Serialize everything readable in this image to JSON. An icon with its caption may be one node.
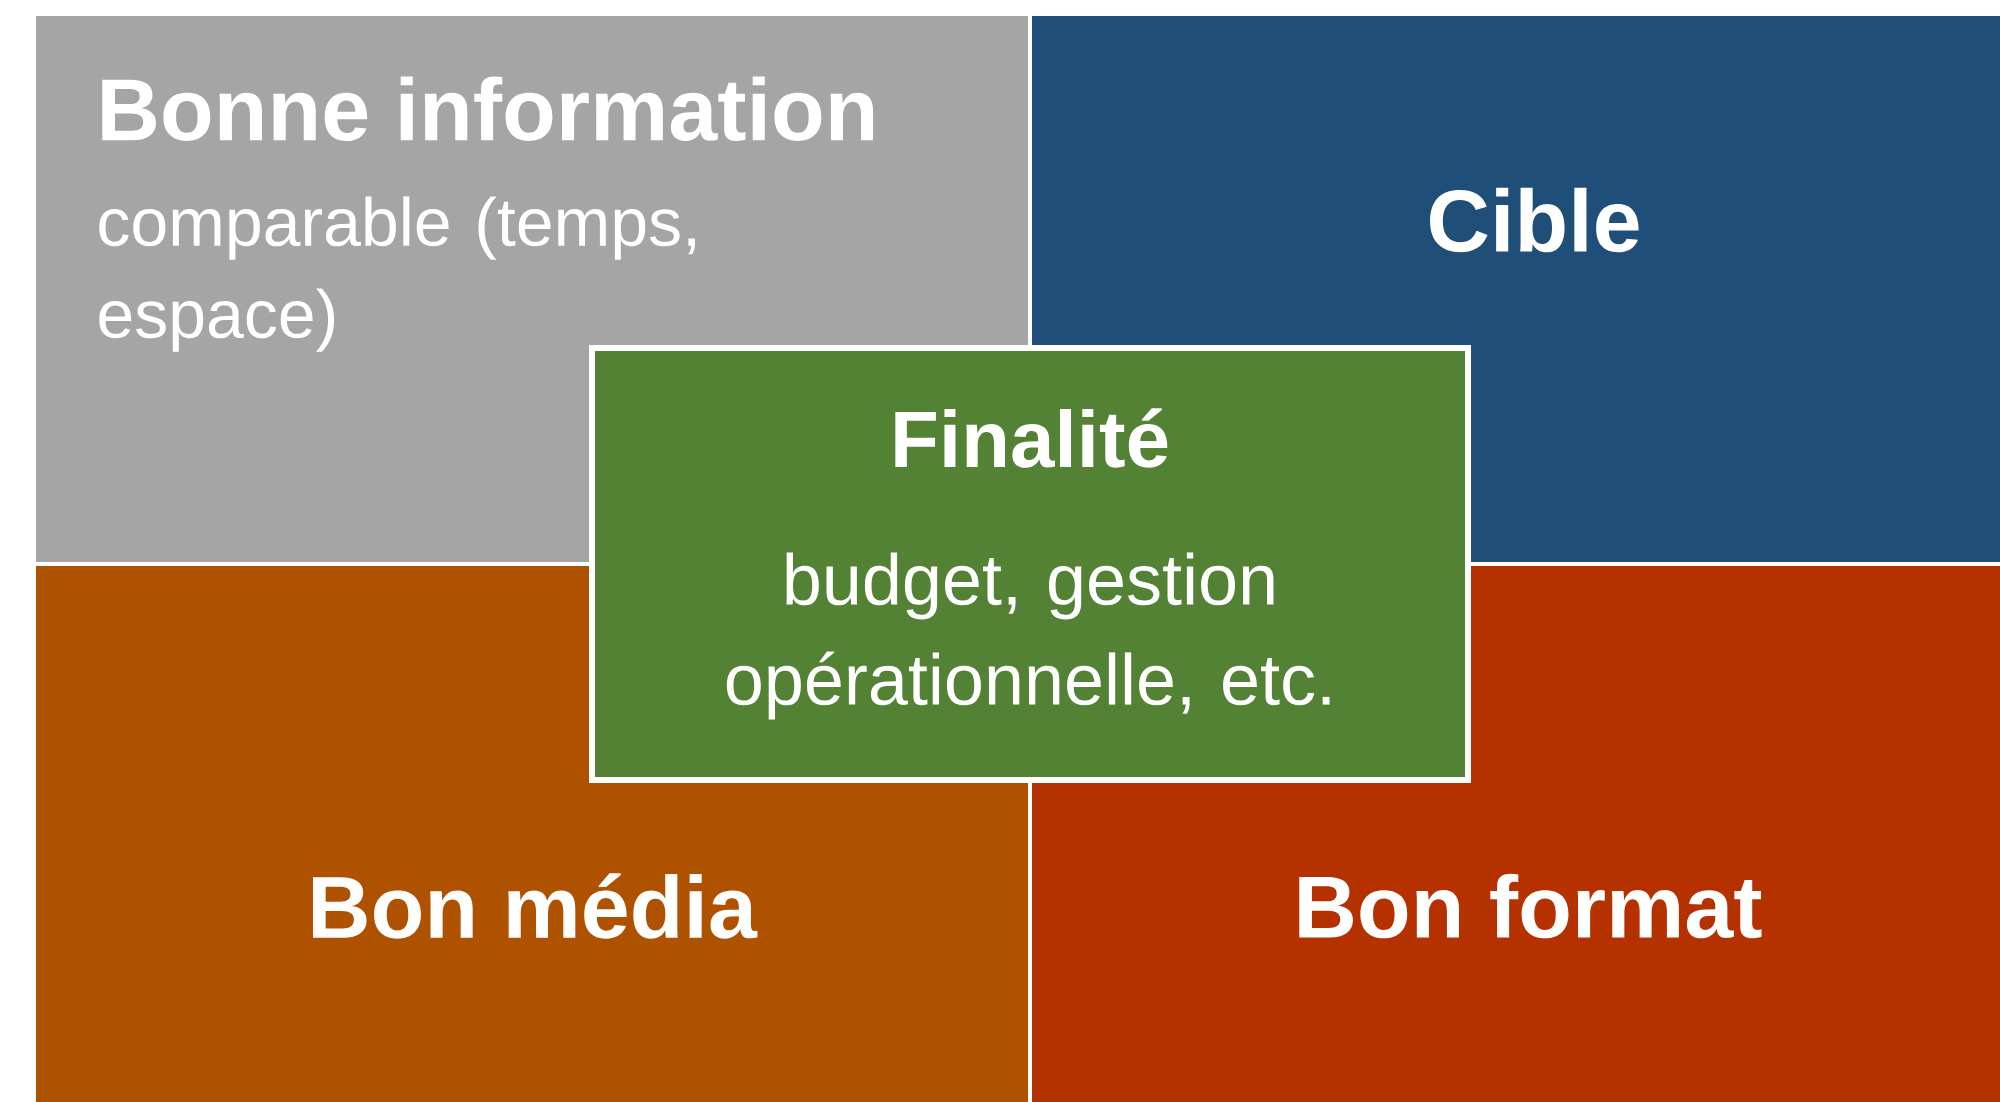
{
  "diagram": {
    "nodes": [
      {
        "text": [
          "Bonne information",
          "comparable (temps, espace)"
        ]
      },
      {
        "text": [
          "Cible"
        ]
      },
      {
        "text": [
          "Finalité",
          "budget, gestion opérationnelle, etc."
        ]
      },
      {
        "text": [
          "Bon média"
        ]
      },
      {
        "text": [
          "Bon format"
        ]
      }
    ]
  }
}
